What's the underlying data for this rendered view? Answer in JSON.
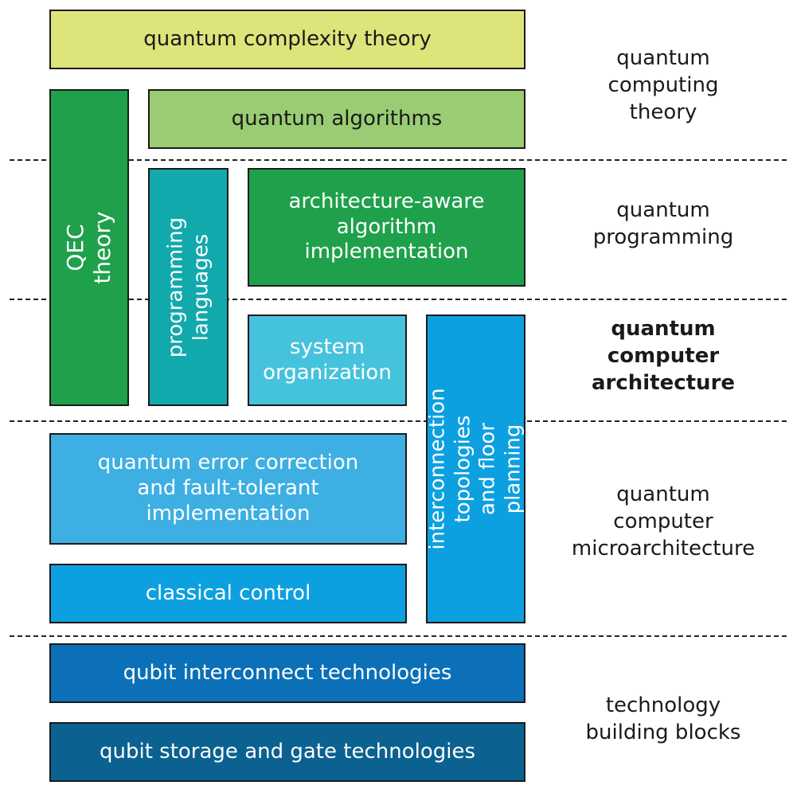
{
  "colors": {
    "complexity": "#DDE47A",
    "algorithms": "#9ACD73",
    "qec_theory": "#1FA14B",
    "prog_lang": "#12A9AD",
    "arch_aware": "#1FA14B",
    "system_org": "#46C3DC",
    "interconnect_topo": "#0DA0E0",
    "qec_impl": "#3DAFE3",
    "classical_control": "#0DA0E0",
    "qubit_interconnect": "#0B70B8",
    "qubit_storage": "#0B6290",
    "border": "#1a1a1a",
    "dashed_line": "#222222"
  },
  "boxes": {
    "complexity": "quantum complexity theory",
    "algorithms": "quantum algorithms",
    "qec_theory": "QEC theory",
    "prog_lang": "programming\nlanguages",
    "arch_aware": "architecture-aware\nalgorithm\nimplementation",
    "system_org": "system\norganization",
    "interconnect_topo": "interconnection topologies\nand floor planning",
    "qec_impl": "quantum error correction\nand fault-tolerant\nimplementation",
    "classical_control": "classical control",
    "qubit_interconnect": "qubit interconnect technologies",
    "qubit_storage": "qubit storage and gate technologies"
  },
  "layers": {
    "theory": "quantum\ncomputing\ntheory",
    "programming": "quantum\nprogramming",
    "architecture": "quantum\ncomputer\narchitecture",
    "microarchitecture": "quantum\ncomputer\nmicroarchitecture",
    "technology": "technology\nbuilding blocks"
  }
}
